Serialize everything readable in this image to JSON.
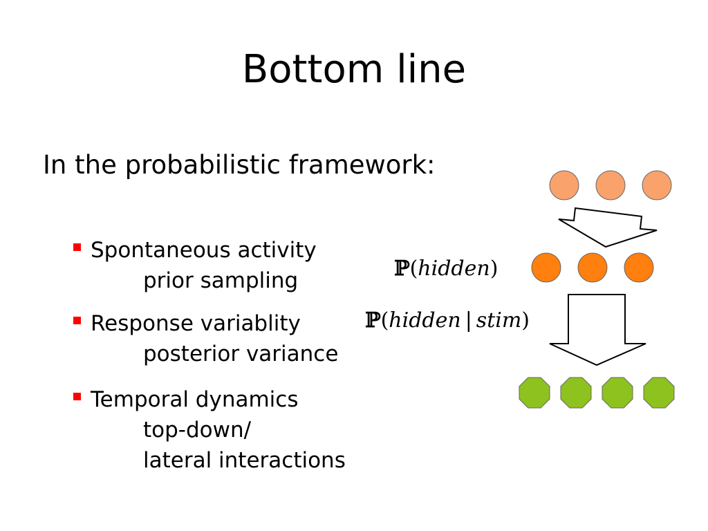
{
  "slide": {
    "title": "Bottom line",
    "intro": "In the probabilistic framework:",
    "bullets": [
      {
        "term": "Spontaneous activity",
        "lines": [
          "prior sampling"
        ]
      },
      {
        "term": "Response variablity",
        "lines": [
          "posterior variance"
        ]
      },
      {
        "term": "Temporal dynamics",
        "lines": [
          "top-down/",
          "lateral interactions"
        ]
      }
    ]
  },
  "diagram": {
    "formula_prior": {
      "symbol": "ℙ",
      "open": "(",
      "var": "hidden",
      "close": ")"
    },
    "formula_posterior": {
      "symbol": "ℙ",
      "open": "(",
      "var": "hidden",
      "bar": "|",
      "cond": "stim",
      "close": ")"
    },
    "top_row_count": 3,
    "middle_row_count": 3,
    "bottom_row_count": 4
  },
  "colors": {
    "bullet_marker": "#ff0000",
    "top_nodes": "#f9a26c",
    "middle_nodes": "#ff7f0f",
    "bottom_nodes": "#8dc21f",
    "node_stroke": "#666666",
    "arrow_fill": "#ffffff",
    "arrow_stroke": "#000000"
  }
}
